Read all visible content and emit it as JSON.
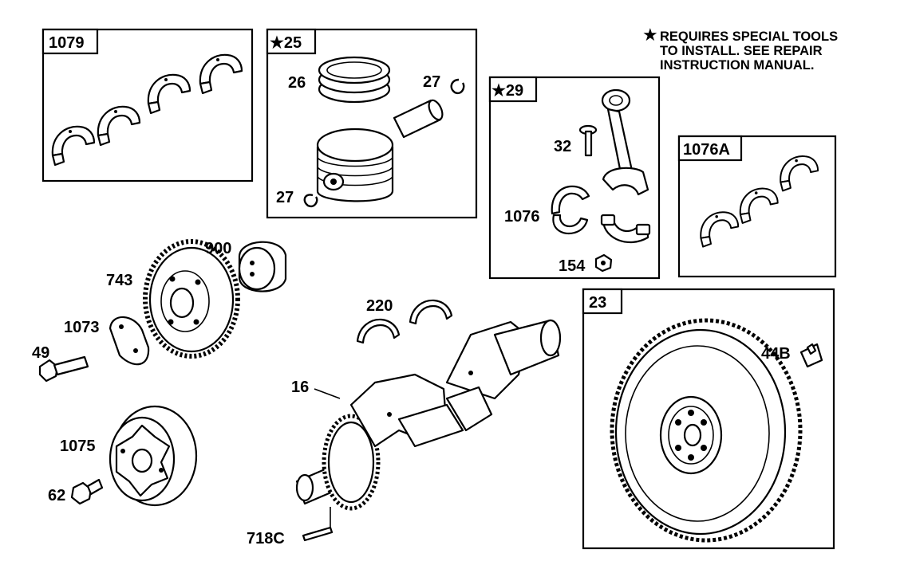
{
  "note": {
    "star": "★",
    "lines": [
      "REQUIRES SPECIAL TOOLS",
      "TO INSTALL.  SEE REPAIR",
      "INSTRUCTION MANUAL."
    ]
  },
  "boxes": {
    "b1079": "1079",
    "b25": "★25",
    "b29": "★29",
    "b1076a": "1076A",
    "b23": "23"
  },
  "labels": {
    "p26": "26",
    "p27a": "27",
    "p27b": "27",
    "p32": "32",
    "p1076": "1076",
    "p154": "154",
    "p900": "900",
    "p743": "743",
    "p1073": "1073",
    "p49": "49",
    "p220": "220",
    "p16": "16",
    "p1075": "1075",
    "p62": "62",
    "p718c": "718C",
    "p44b": "44B"
  }
}
